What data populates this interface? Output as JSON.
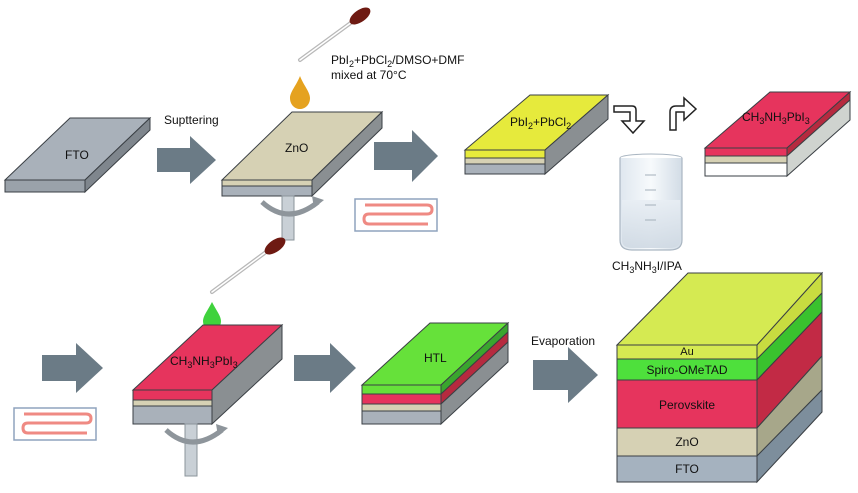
{
  "process": {
    "step1": {
      "substrate": "FTO",
      "action": "Supttering"
    },
    "step2": {
      "layer": "ZnO",
      "precursor_line1": "PbI2+PbCl2/DMSO+DMF",
      "precursor_line2": "mixed at 70°C"
    },
    "step3": {
      "layer": "PbI2+PbCl2"
    },
    "step4": {
      "solution": "CH3NH3I/IPA",
      "product": "CH3NH3PbI3"
    },
    "step5": {
      "layer": "CH3NH3PbI3"
    },
    "step6": {
      "layer": "HTL"
    },
    "step7": {
      "action": "Evaporation"
    }
  },
  "device_stack": [
    "Au",
    "Spiro-OMeTAD",
    "Perovskite",
    "ZnO",
    "FTO"
  ],
  "colors": {
    "fto": "#a9b1ba",
    "zno": "#d6d1b4",
    "precursor": "#e6ea3c",
    "perovskite": "#e6345d",
    "htl": "#66e13a",
    "au": "#d5ea52",
    "arrow": "#6b7b86",
    "hotplate": "#ef8a83"
  },
  "icons": [
    "pipette-icon",
    "droplet-icon",
    "spin-coater-icon",
    "hotplate-icon",
    "beaker-icon",
    "dip-arrow-icon"
  ]
}
